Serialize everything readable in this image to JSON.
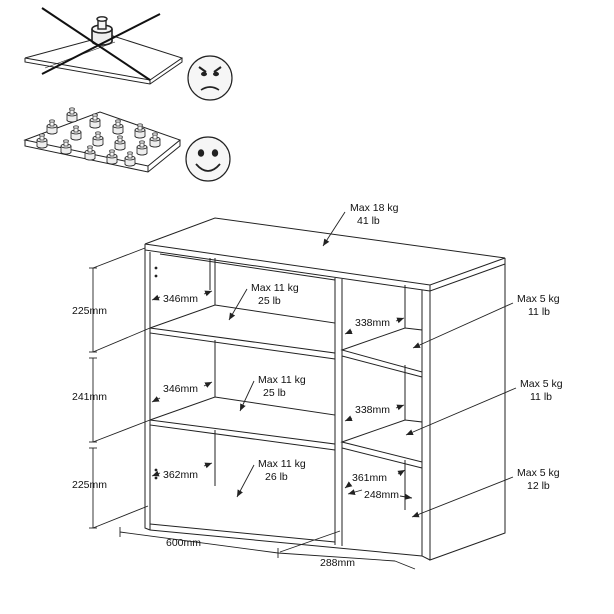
{
  "top_load": {
    "kg": "Max 18 kg",
    "lb": "41 lb"
  },
  "left_shelves": [
    {
      "kg": "Max 11 kg",
      "lb": "25 lb",
      "width": "346mm"
    },
    {
      "kg": "Max 11 kg",
      "lb": "25 lb",
      "width": "346mm"
    },
    {
      "kg": "Max 11 kg",
      "lb": "26 lb",
      "width": "362mm"
    }
  ],
  "right_shelves": [
    {
      "kg": "Max 5 kg",
      "lb": "11 lb",
      "width": "338mm"
    },
    {
      "kg": "Max 5 kg",
      "lb": "11 lb",
      "width": "338mm"
    },
    {
      "kg": "Max 5 kg",
      "lb": "12 lb",
      "width": "361mm"
    }
  ],
  "right_depth": "248mm",
  "heights": [
    "225mm",
    "241mm",
    "225mm"
  ],
  "overall_width": "600mm",
  "overall_depth": "288mm",
  "faces": {
    "wrong": "angry-face-icon",
    "right": "smiley-face-icon"
  }
}
